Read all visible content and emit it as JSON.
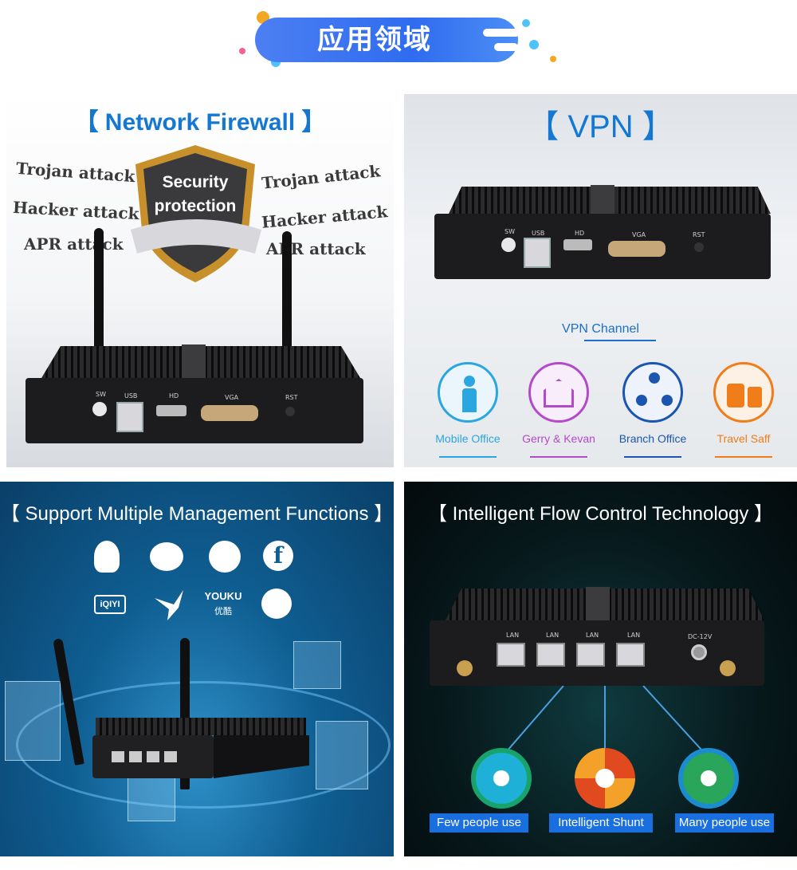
{
  "banner": {
    "title": "应用领域"
  },
  "panels": {
    "firewall": {
      "title": "【 Network Firewall 】",
      "shield_text": "Security protection",
      "attacks_left": [
        "Trojan attack",
        "Hacker attack",
        "APR attack"
      ],
      "attacks_right": [
        "Trojan attack",
        "Hacker attack",
        "APR attack"
      ],
      "ports": [
        "SW",
        "USB",
        "HD",
        "VGA",
        "RST"
      ]
    },
    "vpn": {
      "title": "【 VPN 】",
      "ports": [
        "SW",
        "USB",
        "HD",
        "VGA",
        "RST"
      ],
      "channel_label": "VPN Channel",
      "items": [
        {
          "label": "Mobile Office",
          "icon": "person-icon",
          "color": "#2aa6e0"
        },
        {
          "label": "Gerry & Kevan",
          "icon": "home-icon",
          "color": "#b34ac9"
        },
        {
          "label": "Branch Office",
          "icon": "branch-network-icon",
          "color": "#1a56b0"
        },
        {
          "label": "Travel Saff",
          "icon": "luggage-icon",
          "color": "#f07c1a"
        }
      ]
    },
    "management": {
      "title": "【 Support Multiple Management Functions 】",
      "apps": [
        {
          "name": "qq-icon",
          "text": ""
        },
        {
          "name": "wechat-icon",
          "text": ""
        },
        {
          "name": "weibo-icon",
          "text": ""
        },
        {
          "name": "facebook-icon",
          "text": "f"
        },
        {
          "name": "iqiyi-icon",
          "text": "iQIYI"
        },
        {
          "name": "bird-icon",
          "text": ""
        },
        {
          "name": "youku-icon",
          "text": "YOUKU"
        },
        {
          "name": "tencent-video-icon",
          "text": ""
        }
      ],
      "youku_sub": "优酷"
    },
    "flow": {
      "title": "【 Intelligent Flow Control Technology 】",
      "ports": [
        "LAN",
        "LAN",
        "LAN",
        "LAN",
        "DC-12V"
      ],
      "tags": [
        "Few people use",
        "Intelligent Shunt",
        "Many people use"
      ]
    }
  },
  "colors": {
    "brand_blue": "#1478d2",
    "tag_blue": "#1a6fe0",
    "banner_blue": "#2f6cf0"
  }
}
